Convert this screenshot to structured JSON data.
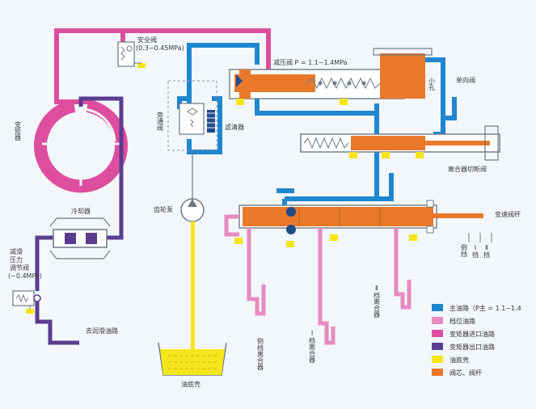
{
  "colors": {
    "main": "#1f86cf",
    "gear": "#e68bc0",
    "conv_in": "#dd4f9e",
    "conv_out": "#5a3d8f",
    "sump": "#f4e61a",
    "spool": "#e8792a",
    "frame": "#6d7a88"
  },
  "labels": {
    "safety_valve": "安全阀",
    "safety_pressure": "(0.3~0.45MPa)",
    "reducing_valve": "减压阀 P = 1.1~1.4MPa",
    "small_hole": "小孔",
    "check_valve": "单向阀",
    "bypass_valve": "旁通阀",
    "filter": "滤清器",
    "torque_converter": "变矩器",
    "clutch_cutoff_valve": "离合器切断阀",
    "cooler": "冷却器",
    "lube_valve_a": "减滑",
    "lube_valve_b": "压力",
    "lube_valve_c": "调节阀",
    "lube_valve_d": "(~0.4MPa)",
    "to_lube": "去润滑油路",
    "gear_pump": "齿轮泵",
    "shift_spool": "变速阀杆",
    "gear_reverse": "倒挡",
    "gear_1": "Ⅰ挡",
    "gear_2": "Ⅱ挡",
    "sump": "油底壳",
    "reverse_clutch": "倒档离合器",
    "clutch_1": "Ⅰ档离合器",
    "clutch_2": "Ⅱ档离合器"
  },
  "legend": [
    {
      "text": "主油路（P主 = 1.1~1.4",
      "color_key": "main"
    },
    {
      "text": "档位油路",
      "color_key": "gear"
    },
    {
      "text": "变矩器进口油路",
      "color_key": "conv_in"
    },
    {
      "text": "变矩器出口油路",
      "color_key": "conv_out"
    },
    {
      "text": "油底壳",
      "color_key": "sump"
    },
    {
      "text": "阀芯、阀杆",
      "color_key": "spool"
    }
  ]
}
